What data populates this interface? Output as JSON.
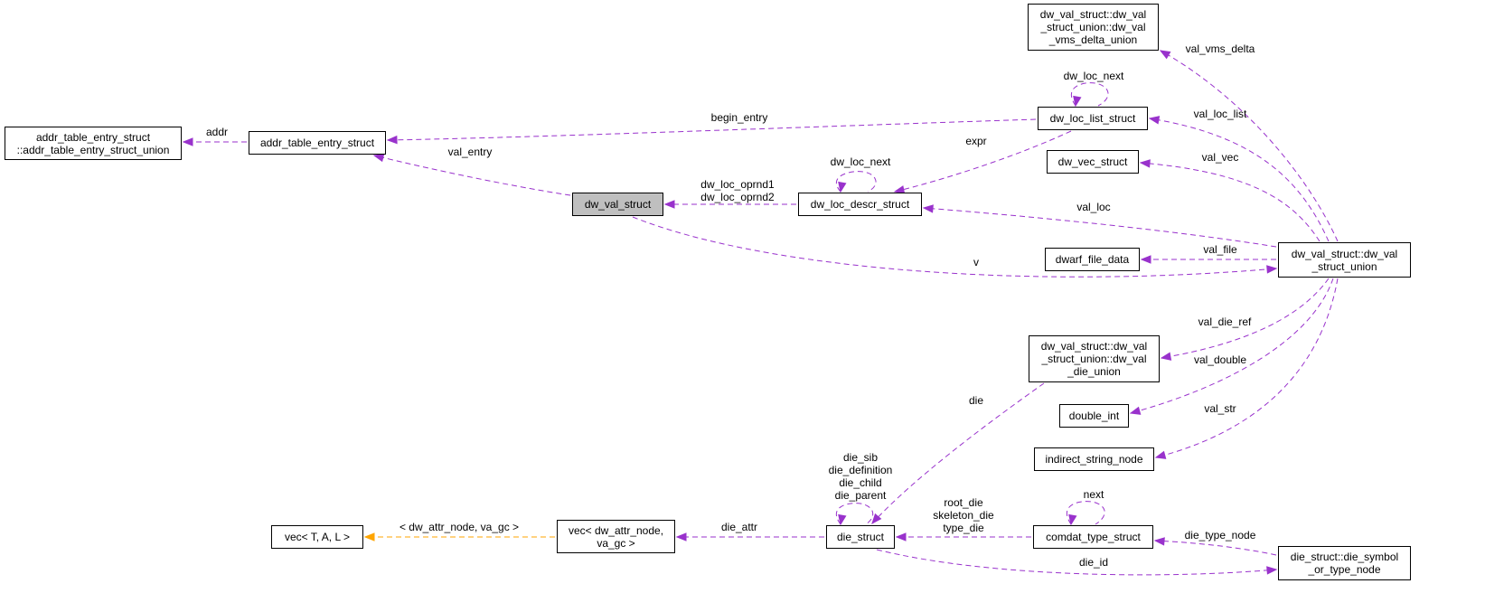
{
  "nodes": [
    {
      "id": "dw_val_struct",
      "lines": [
        "dw_val_struct"
      ],
      "main": true
    },
    {
      "id": "addr_table_entry_struct",
      "lines": [
        "addr_table_entry_struct"
      ]
    },
    {
      "id": "addr_union",
      "lines": [
        "addr_table_entry_struct",
        "::addr_table_entry_struct_union"
      ]
    },
    {
      "id": "dw_loc_list_struct",
      "lines": [
        "dw_loc_list_struct"
      ]
    },
    {
      "id": "dw_loc_descr_struct",
      "lines": [
        "dw_loc_descr_struct"
      ]
    },
    {
      "id": "vms_delta_union",
      "lines": [
        "dw_val_struct::dw_val",
        "_struct_union::dw_val",
        "_vms_delta_union"
      ]
    },
    {
      "id": "dw_vec_struct",
      "lines": [
        "dw_vec_struct"
      ]
    },
    {
      "id": "dwarf_file_data",
      "lines": [
        "dwarf_file_data"
      ]
    },
    {
      "id": "val_union",
      "lines": [
        "dw_val_struct::dw_val",
        "_struct_union"
      ]
    },
    {
      "id": "die_union",
      "lines": [
        "dw_val_struct::dw_val",
        "_struct_union::dw_val",
        "_die_union"
      ]
    },
    {
      "id": "double_int",
      "lines": [
        "double_int"
      ]
    },
    {
      "id": "indirect_string_node",
      "lines": [
        "indirect_string_node"
      ]
    },
    {
      "id": "die_struct",
      "lines": [
        "die_struct"
      ]
    },
    {
      "id": "comdat_type_struct",
      "lines": [
        "comdat_type_struct"
      ]
    },
    {
      "id": "die_symbol_or_type_node",
      "lines": [
        "die_struct::die_symbol",
        "_or_type_node"
      ]
    },
    {
      "id": "vec_dw_attr",
      "lines": [
        "vec< dw_attr_node,",
        " va_gc >"
      ]
    },
    {
      "id": "vec_tal",
      "lines": [
        "vec< T, A, L >"
      ]
    }
  ],
  "edges": [
    {
      "from": "addr_table_entry_struct",
      "to": "addr_union",
      "label": "addr"
    },
    {
      "from": "dw_loc_list_struct",
      "to": "addr_table_entry_struct",
      "label": "begin_entry"
    },
    {
      "from": "dw_val_struct",
      "to": "addr_table_entry_struct",
      "label": "val_entry"
    },
    {
      "from": "dw_loc_descr_struct",
      "to": "dw_val_struct",
      "label": "dw_loc_oprnd1\ndw_loc_oprnd2"
    },
    {
      "from": "dw_loc_descr_struct",
      "to": "dw_loc_descr_struct",
      "label": "dw_loc_next"
    },
    {
      "from": "dw_loc_list_struct",
      "to": "dw_loc_list_struct",
      "label": "dw_loc_next"
    },
    {
      "from": "dw_loc_list_struct",
      "to": "dw_loc_descr_struct",
      "label": "expr"
    },
    {
      "from": "val_union",
      "to": "vms_delta_union",
      "label": "val_vms_delta"
    },
    {
      "from": "val_union",
      "to": "dw_loc_list_struct",
      "label": "val_loc_list"
    },
    {
      "from": "val_union",
      "to": "dw_vec_struct",
      "label": "val_vec"
    },
    {
      "from": "val_union",
      "to": "dw_loc_descr_struct",
      "label": "val_loc"
    },
    {
      "from": "val_union",
      "to": "dwarf_file_data",
      "label": "val_file"
    },
    {
      "from": "dw_val_struct",
      "to": "val_union",
      "label": "v"
    },
    {
      "from": "val_union",
      "to": "die_union",
      "label": "val_die_ref"
    },
    {
      "from": "val_union",
      "to": "double_int",
      "label": "val_double"
    },
    {
      "from": "val_union",
      "to": "indirect_string_node",
      "label": "val_str"
    },
    {
      "from": "die_union",
      "to": "die_struct",
      "label": "die"
    },
    {
      "from": "die_struct",
      "to": "die_struct",
      "label": "die_sib\ndie_definition\ndie_child\ndie_parent"
    },
    {
      "from": "comdat_type_struct",
      "to": "die_struct",
      "label": "root_die\nskeleton_die\ntype_die"
    },
    {
      "from": "comdat_type_struct",
      "to": "comdat_type_struct",
      "label": "next"
    },
    {
      "from": "die_symbol_or_type_node",
      "to": "comdat_type_struct",
      "label": "die_type_node"
    },
    {
      "from": "die_struct",
      "to": "die_symbol_or_type_node",
      "label": "die_id"
    },
    {
      "from": "die_struct",
      "to": "vec_dw_attr",
      "label": "die_attr"
    },
    {
      "from": "vec_dw_attr",
      "to": "vec_tal",
      "label": "< dw_attr_node, va_gc >",
      "template": true
    }
  ]
}
